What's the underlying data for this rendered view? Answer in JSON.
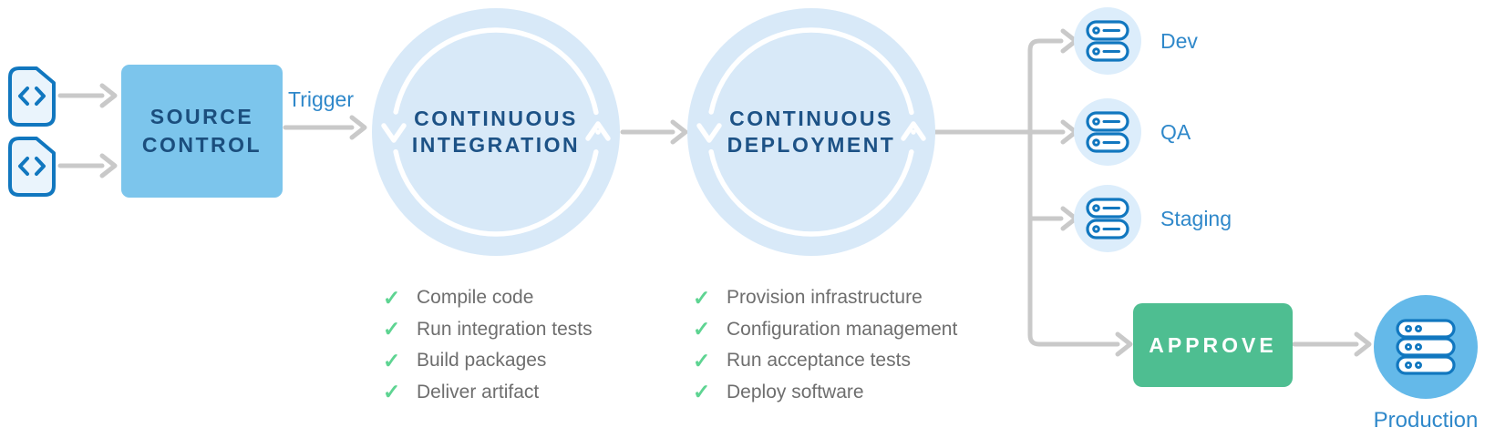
{
  "source_control": {
    "line1": "SOURCE",
    "line2": "CONTROL"
  },
  "trigger": {
    "label": "Trigger"
  },
  "continuous_integration": {
    "line1": "CONTINUOUS",
    "line2": "INTEGRATION",
    "checklist": [
      "Compile code",
      "Run integration tests",
      "Build packages",
      "Deliver artifact"
    ]
  },
  "continuous_deployment": {
    "line1": "CONTINUOUS",
    "line2": "DEPLOYMENT",
    "checklist": [
      "Provision infrastructure",
      "Configuration management",
      "Run acceptance tests",
      "Deploy software"
    ]
  },
  "environments": [
    {
      "label": "Dev"
    },
    {
      "label": "QA"
    },
    {
      "label": "Staging"
    }
  ],
  "approve": {
    "label": "APPROVE"
  },
  "production": {
    "label": "Production"
  },
  "icons": {
    "check_glyph": "✓",
    "code_file": "code-file-icon",
    "server_stack": "server-stack-icon",
    "cycle_arrows": "circular-arrows-icon"
  },
  "colors": {
    "source_box_blue": "#7cc5ec",
    "navy_text": "#1b4e7d",
    "label_blue": "#2f88ca",
    "cycle_circle_bg": "#d8e9f8",
    "env_circle_bg": "#dcedfb",
    "icon_blue": "#1177bf",
    "production_circle_blue": "#64b9e9",
    "approve_green": "#4ebe91",
    "check_green": "#5ed492",
    "arrow_gray": "#c9c9c9",
    "checklist_text_gray": "#6e6e6e"
  }
}
